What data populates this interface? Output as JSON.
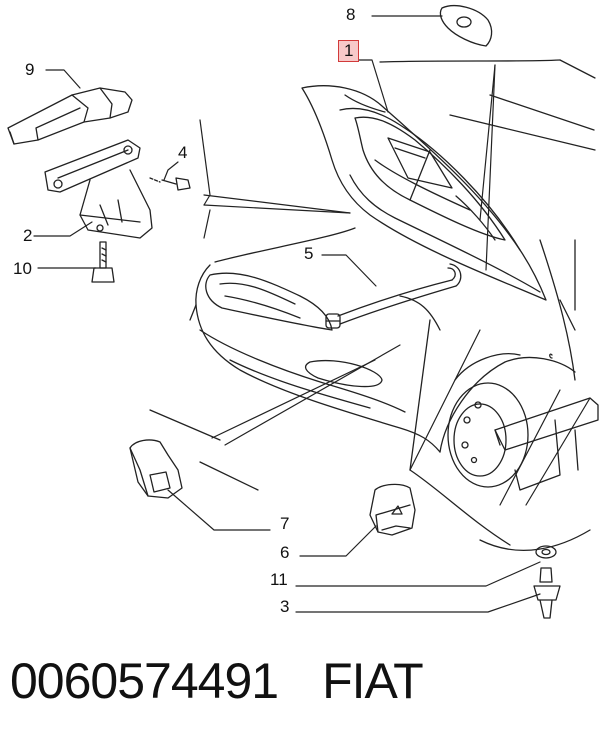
{
  "callouts": {
    "c1": "1",
    "c2": "2",
    "c3": "3",
    "c4": "4",
    "c5": "5",
    "c6": "6",
    "c7": "7",
    "c8": "8",
    "c9": "9",
    "c10": "10",
    "c11": "11"
  },
  "footer": {
    "part_number": "0060574491",
    "brand": "FIAT"
  },
  "colors": {
    "line": "#222222",
    "highlight_fill": "#f7c9c9",
    "highlight_border": "#d23a3a"
  }
}
